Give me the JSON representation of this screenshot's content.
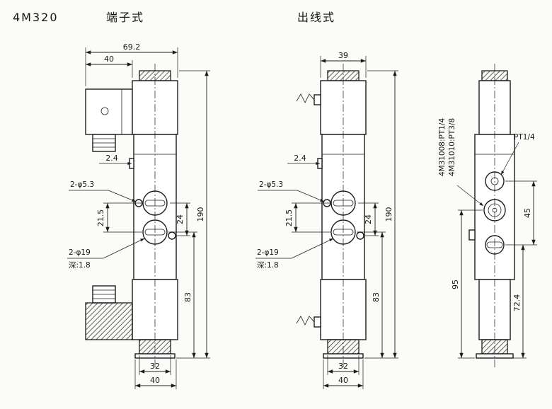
{
  "header": {
    "model": "4M320",
    "left_type": "端子式",
    "middle_type": "出线式"
  },
  "left": {
    "width_total": "69.2",
    "width_connector": "40",
    "step": "2.4",
    "small_holes": "2-φ5.3",
    "pitch_ports": "21.5",
    "pitch_holes": "24",
    "height_total": "190",
    "large_holes": "2-φ19",
    "large_holes_depth": "深:1.8",
    "height_lower": "83",
    "width_cap": "32",
    "width_base": "40"
  },
  "middle": {
    "width_top": "39",
    "step": "2.4",
    "small_holes": "2-φ5.3",
    "pitch_ports": "21.5",
    "pitch_holes": "24",
    "height_total": "190",
    "large_holes": "2-φ19",
    "large_holes_depth": "深:1.8",
    "height_lower": "83",
    "width_cap": "32",
    "width_base": "40"
  },
  "right": {
    "thread_note_1": "4M31008:PT1/4",
    "thread_note_2": "4M31010:PT3/8",
    "thread_top": "PT1/4",
    "port_pitch": "45",
    "height_lower": "95",
    "height_exhaust": "72.4"
  }
}
